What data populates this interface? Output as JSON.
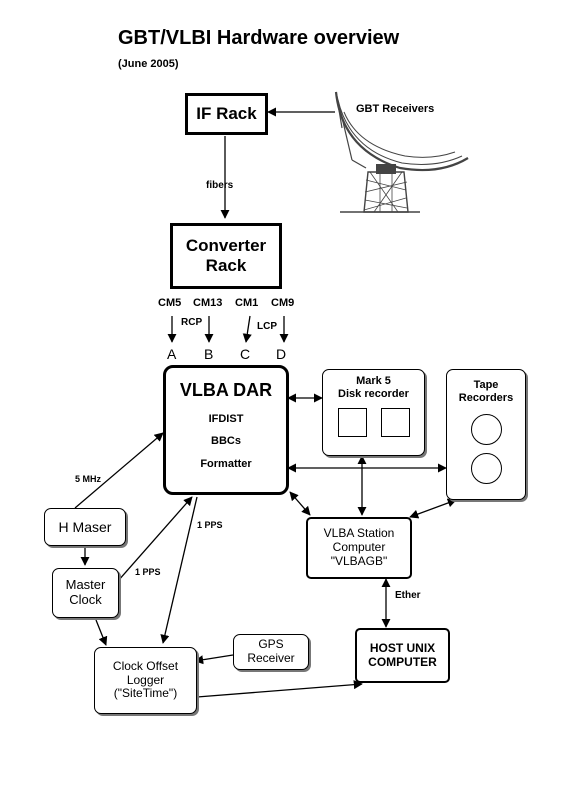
{
  "header": {
    "title": "GBT/VLBI Hardware overview",
    "subtitle": "(June 2005)"
  },
  "nodes": {
    "if_rack": "IF Rack",
    "gbt_receivers": "GBT Receivers",
    "converter_rack": [
      "Converter",
      "Rack"
    ],
    "vlba_dar": {
      "title": "VLBA DAR",
      "items": [
        "IFDIST",
        "BBCs",
        "Formatter"
      ]
    },
    "mark5": [
      "Mark 5",
      "Disk recorder"
    ],
    "tape_recorders": [
      "Tape",
      "Recorders"
    ],
    "h_maser": "H Maser",
    "master_clock": [
      "Master",
      "Clock"
    ],
    "vlba_station_computer": [
      "VLBA Station",
      "Computer",
      "\"VLBAGB\""
    ],
    "gps_receiver": [
      "GPS",
      "Receiver"
    ],
    "host_unix": [
      "HOST UNIX",
      "COMPUTER"
    ],
    "clock_offset_logger": [
      "Clock Offset",
      "Logger",
      "(\"SiteTime\")"
    ]
  },
  "channels": {
    "modules": [
      "CM5",
      "CM13",
      "CM1",
      "CM9"
    ],
    "letters": [
      "A",
      "B",
      "C",
      "D"
    ],
    "rcp": "RCP",
    "lcp": "LCP"
  },
  "edge_labels": {
    "fibers": "fibers",
    "five_mhz": "5 MHz",
    "one_pps_dar": "1 PPS",
    "one_pps_clock": "1 PPS",
    "ether": "Ether"
  },
  "colors": {
    "ink": "#000000",
    "shadow": "#777777",
    "telescope": "#444444"
  }
}
